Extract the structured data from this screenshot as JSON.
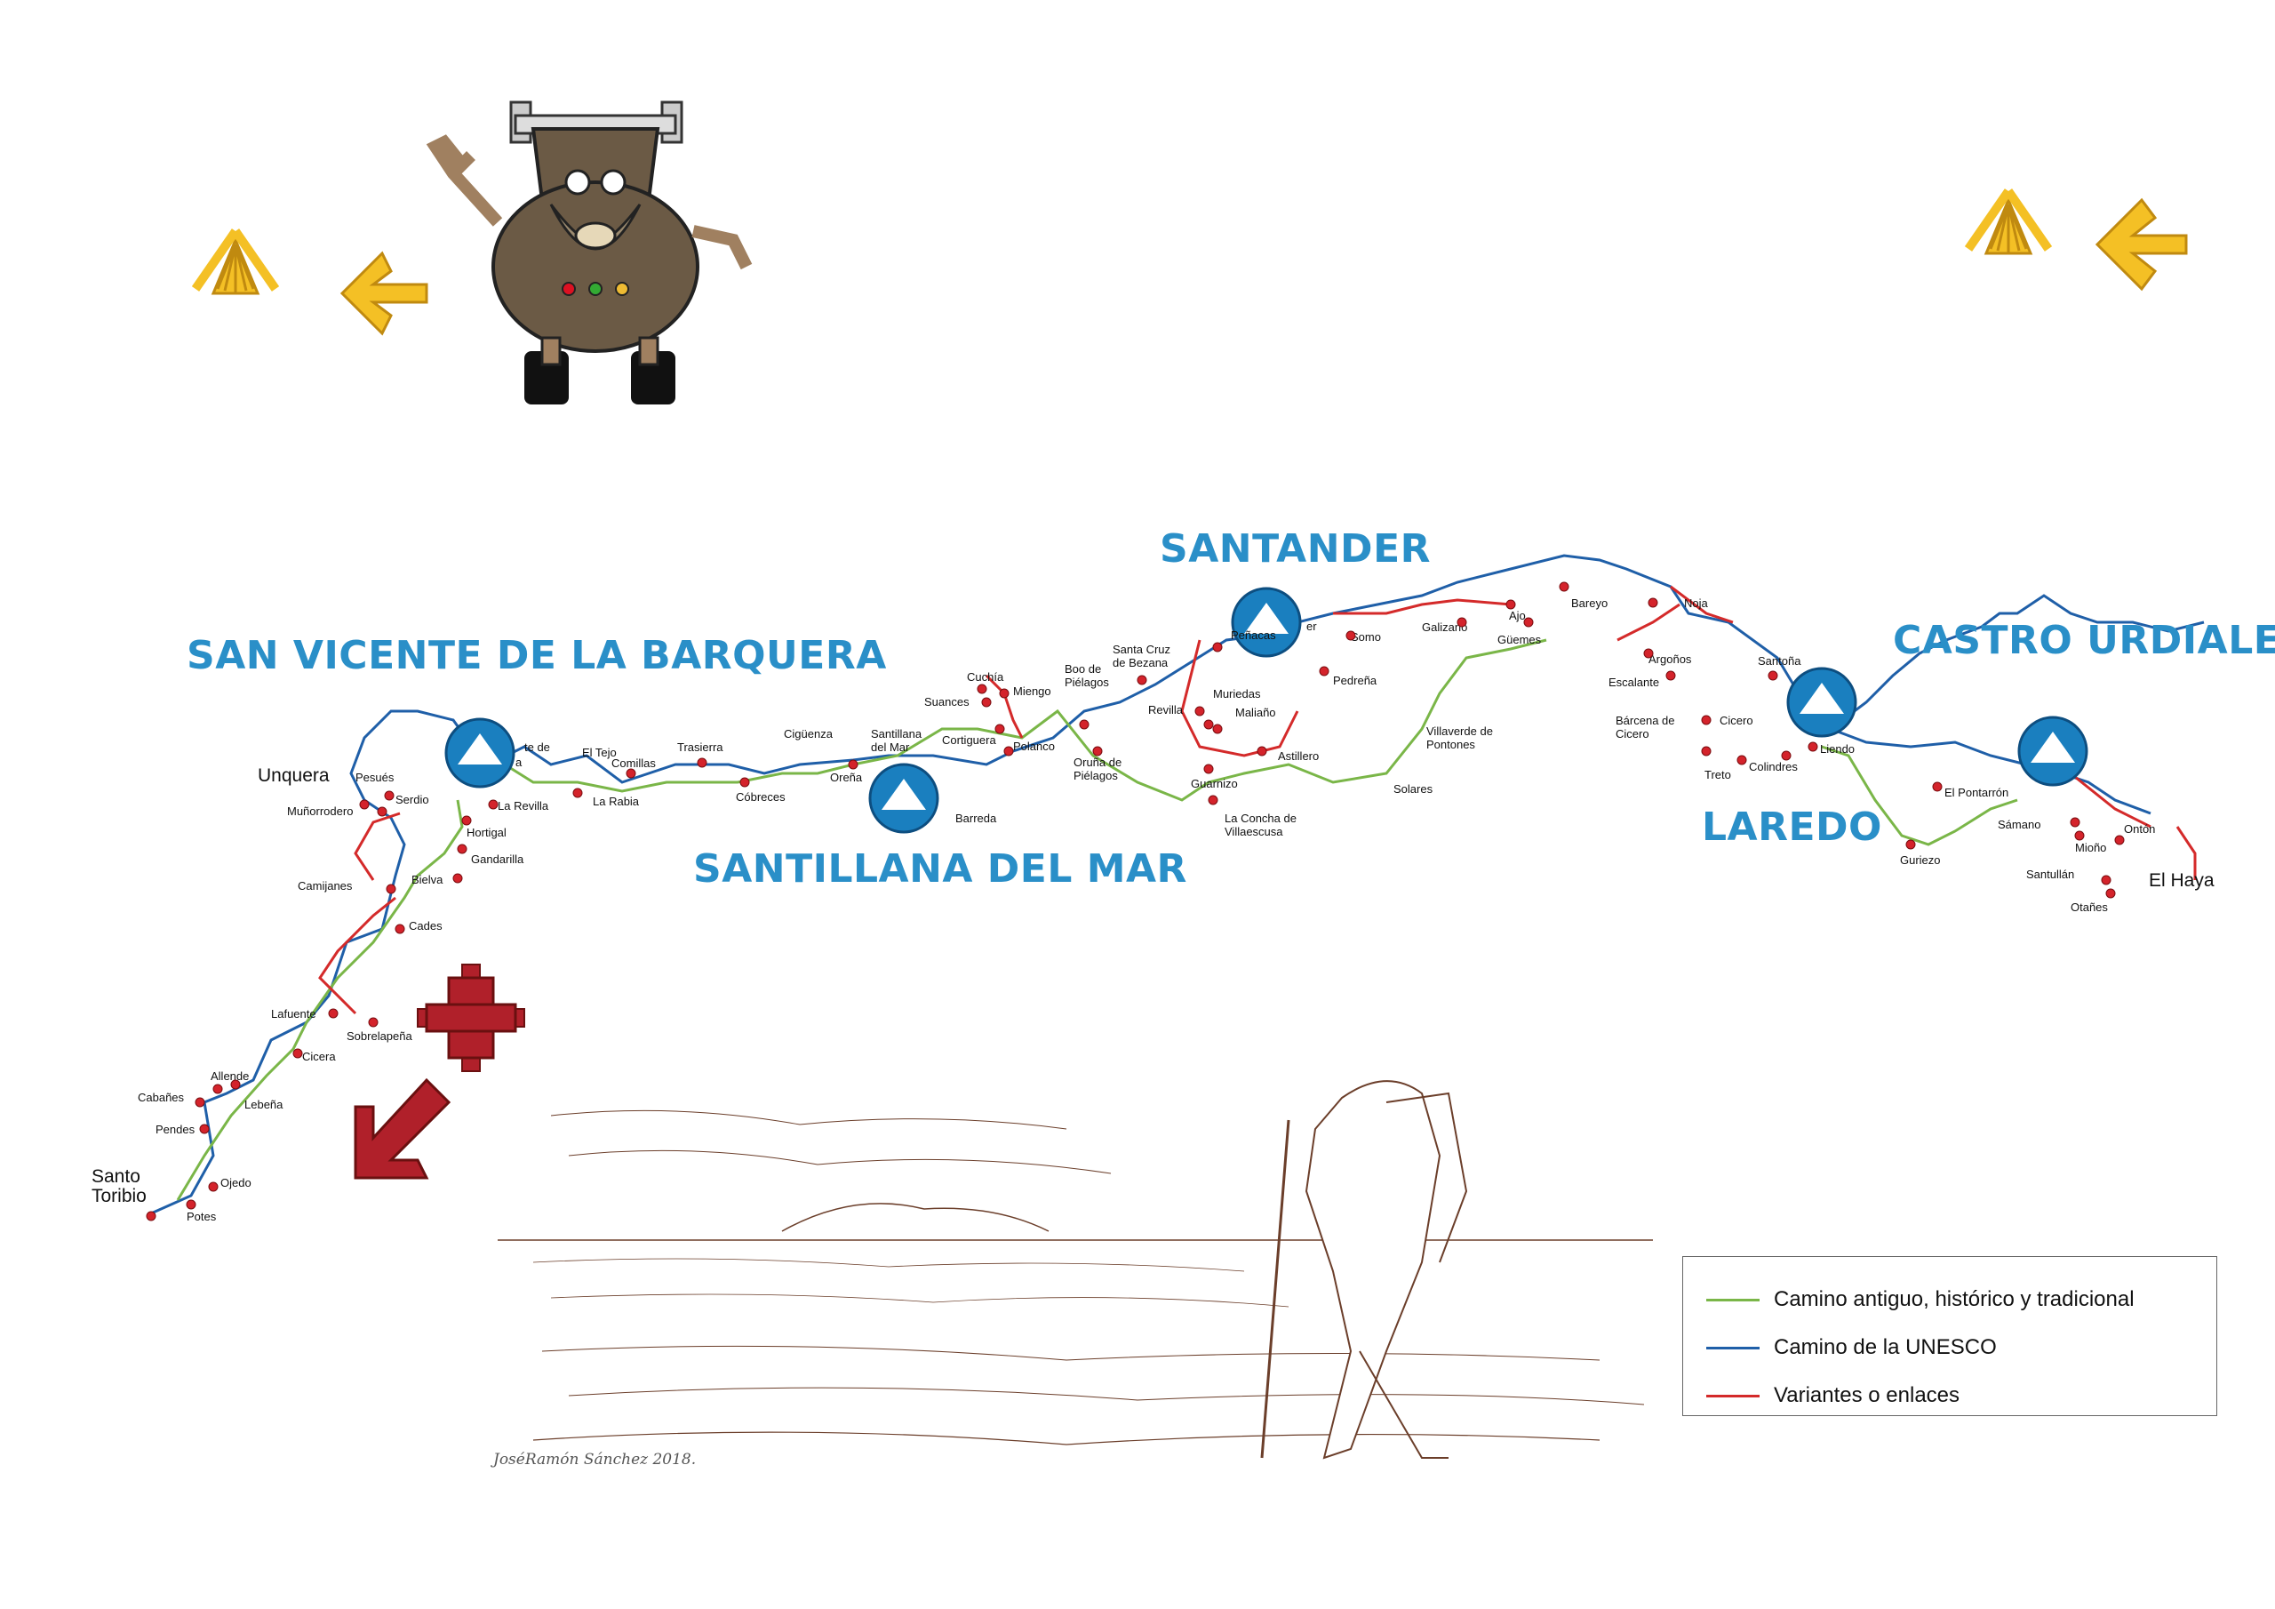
{
  "cities": {
    "san_vicente": "SAN VICENTE DE LA BARQUERA",
    "santander": "SANTANDER",
    "santillana": "SANTILLANA DEL MAR",
    "castro": "CASTRO URDIALES",
    "laredo": "LAREDO"
  },
  "towns": {
    "unquera": "Unquera",
    "pesues": "Pesués",
    "serdio": "Serdio",
    "munorrodero": "Muñorrodero",
    "hortigal": "Hortigal",
    "gandarilla": "Gandarilla",
    "camijanes": "Camijanes",
    "bielva": "Bielva",
    "cades": "Cades",
    "lafuente": "Lafuente",
    "sobrelapena": "Sobrelapeña",
    "cicera": "Cicera",
    "allende": "Allende",
    "lebena": "Lebeña",
    "cabanes": "Cabañes",
    "pendes": "Pendes",
    "santo_toribio": "Santo Toribio",
    "ojedo": "Ojedo",
    "potes": "Potes",
    "la_revilla": "La Revilla",
    "el_tejo": "El Tejo",
    "comillas": "Comillas",
    "la_rabia": "La Rabia",
    "trasierra": "Trasierra",
    "cobreces": "Cóbreces",
    "ciguenza": "Cigüenza",
    "orena": "Oreña",
    "santillana_del_mar": "Santillana del Mar",
    "barreda": "Barreda",
    "suances": "Suances",
    "cuchia": "Cuchía",
    "miengo": "Miengo",
    "cortiguera": "Cortiguera",
    "polanco": "Polanco",
    "boo": "Boo de Piélagos",
    "oruna": "Oruña de Piélagos",
    "santa_cruz": "Santa Cruz de Bezana",
    "penacastillo": "Peñacas",
    "muriedas": "Muriedas",
    "revilla": "Revilla",
    "maliano": "Maliaño",
    "astillero": "Astillero",
    "guarnizo": "Guarnizo",
    "la_concha": "La Concha de Villaescusa",
    "somo": "Somo",
    "pedrena": "Pedreña",
    "galizano": "Galizano",
    "ajo": "Ajo",
    "guemes": "Güemes",
    "villaverde": "Villaverde de Pontones",
    "solares": "Solares",
    "bareyo": "Bareyo",
    "noja": "Noja",
    "argonos": "Argoños",
    "santona": "Santoña",
    "escalante": "Escalante",
    "barcena": "Bárcena de Cicero",
    "cicero": "Cicero",
    "treto": "Treto",
    "colindres": "Colindres",
    "liendo": "Liendo",
    "el_pontarron": "El Pontarrón",
    "guriezo": "Guriezo",
    "samano": "Sámano",
    "miono": "Mioño",
    "onton": "Ontón",
    "santullan": "Santullán",
    "otanes": "Otañes",
    "el_haya": "El Haya",
    "mogro_frag": "te de",
    "mogro_frag2": "a",
    "peña_frag": "er"
  },
  "legend": {
    "items": [
      {
        "label": "Camino antiguo, histórico y tradicional",
        "color": "#7ab648"
      },
      {
        "label": "Camino de la UNESCO",
        "color": "#1f5fa8"
      },
      {
        "label": "Variantes o enlaces",
        "color": "#d42a2a"
      }
    ]
  },
  "signature": "JoséRamón Sánchez 2018.",
  "colors": {
    "city_label": "#2a8fc8",
    "arrow_yellow": "#f4c025",
    "shell_badge": "#1a7fbf",
    "cross_red": "#b0202a",
    "marker_red": "#d4232b"
  },
  "icons": [
    "scallop-shell-icon",
    "arrow-left-icon",
    "robot-bull-mascot",
    "templar-cross-icon",
    "arrow-down-left-icon",
    "shell-badge-icon",
    "map-marker-icon"
  ]
}
